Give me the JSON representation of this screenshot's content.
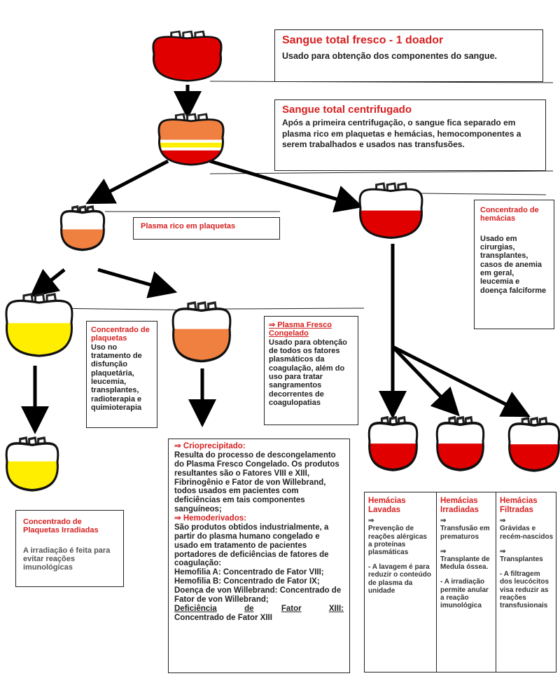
{
  "diagram": {
    "whole_blood": {
      "title": "Sangue total fresco - 1 doador",
      "desc": "Usado para obtenção dos componentes do sangue."
    },
    "centrifuged": {
      "title": "Sangue total centrifugado",
      "desc": "Após a primeira centrifugação, o sangue fica separado em plasma rico em plaquetas e hemácias, hemocomponentes a serem trabalhados e usados nas transfusões."
    },
    "prp": {
      "title": "Plasma rico em plaquetas"
    },
    "rbc": {
      "title": "Concentrado de hemácias",
      "desc": "Usado em cirurgias, transplantes, casos de anemia em geral, leucemia e doença falciforme"
    },
    "platelets": {
      "title": "Concentrado de plaquetas",
      "desc": "Uso no tratamento de disfunção plaquetária, leucemia, transplantes, radioterapia e quimioterapia"
    },
    "ffp": {
      "title": "⇒ Plasma Fresco Congelado",
      "desc": "Usado para obtenção de todos os fatores plasmáticos da coagulação, além do uso para tratar sangramentos decorrentes de coagulopatias"
    },
    "irradiated_platelets": {
      "title": "Concentrado de Plaquetas Irradiadas",
      "desc": "A irradiação é feita para evitar reações imunológicas"
    },
    "cryo": {
      "title": "⇒ Crioprecipitado:",
      "desc": "Resulta do processo de descongelamento do Plasma Fresco Congelado. Os produtos resultantes são o Fatores VIII e XIII, Fibrinogênio e Fator de von Willebrand, todos usados em pacientes com deficiências em tais componentes sanguíneos;",
      "hemo_title": "⇒ Hemoderivados:",
      "hemo_desc": "São produtos obtidos industrialmente, a partir do plasma humano congelado e usado em tratamento de pacientes portadores de deficiências de fatores de coagulação:",
      "hemo_a": "Hemofilia A: Concentrado de Fator VIII;",
      "hemo_b": "Hemofilia B: Concentrado de Fator IX;",
      "vwd": "Doença de von Willebrand: Concentrado de Fator de von Willebrand;",
      "xiii_1": "Deficiência",
      "xiii_2": "de",
      "xiii_3": "Fator",
      "xiii_4": "XIII:",
      "xiii_last": "Concentrado de Fator XIII"
    },
    "washed": {
      "title": "Hemácias Lavadas",
      "arrow": "⇒",
      "p1": "Prevenção de reações alérgicas a proteínas plasmáticas",
      "p2": "- A lavagem é para reduzir o conteúdo de plasma da unidade"
    },
    "irradiated": {
      "title": "Hemácias Irradiadas",
      "arrow": "⇒",
      "p1": "Transfusão em prematuros",
      "arrow2": "⇒",
      "p2": "Transplante de Medula óssea.",
      "p3": "- A irradiação permite anular a reação imunológica"
    },
    "filtered": {
      "title": "Hemácias Filtradas",
      "arrow": "⇒",
      "p1": "Grávidas e recém-nascidos",
      "arrow2": "⇒",
      "p2": "Transplantes",
      "p3": "- A filtragem dos leucócitos visa reduzir as reações transfusionais"
    },
    "colors": {
      "red": "#e00000",
      "orange": "#f08040",
      "yellow": "#ffee00",
      "title_red": "#d62020"
    }
  }
}
